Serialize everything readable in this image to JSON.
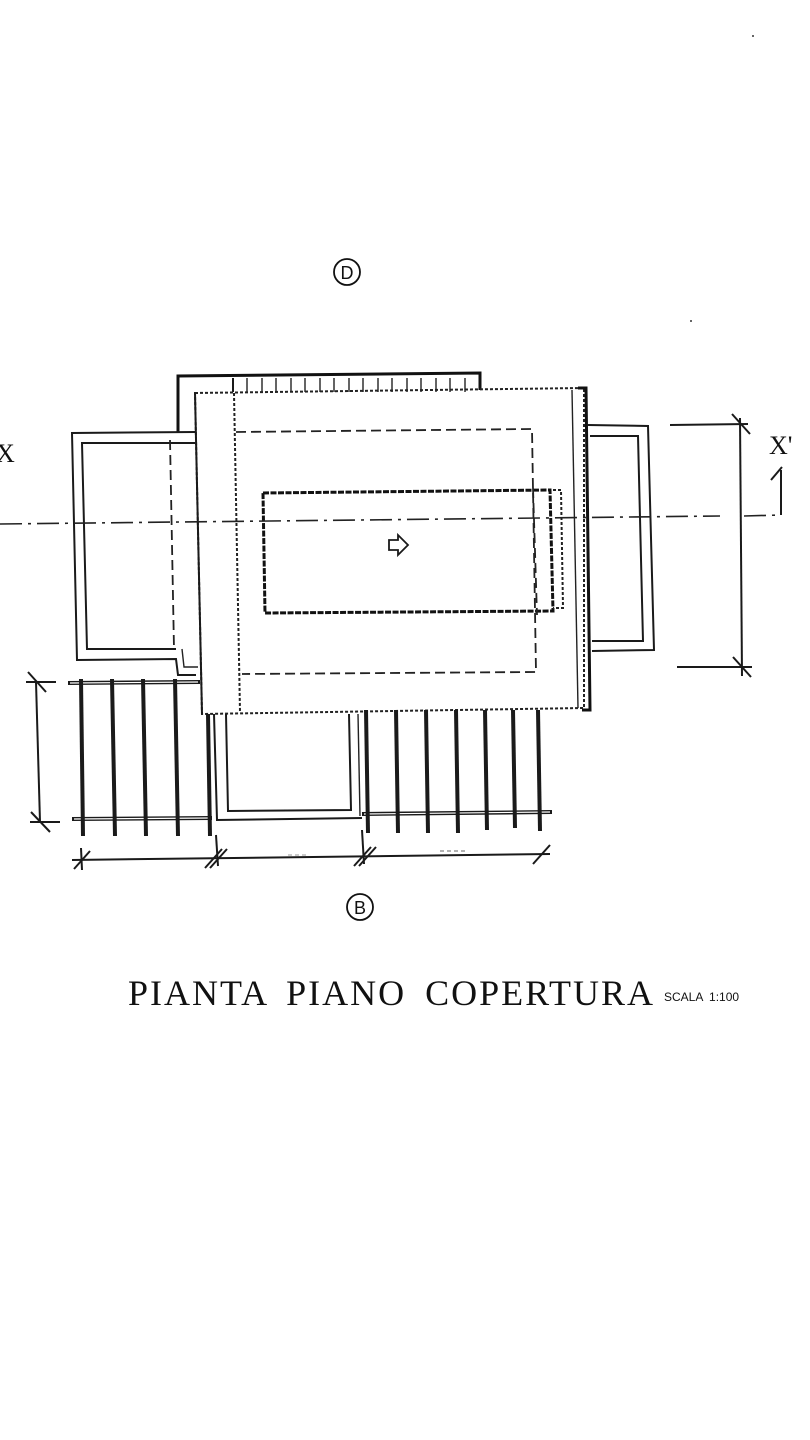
{
  "drawing": {
    "title": "PIANTA PIANO COPERTURA",
    "scale": "SCALA 1:100",
    "grid_labels": {
      "top": "D",
      "bottom": "B"
    },
    "section": {
      "left_label": "X",
      "right_label": "X'"
    },
    "icons": {
      "flow_arrow": "right-arrow-outline",
      "section_marker": "section-cut-marker",
      "dimension_tick": "dimension-tick-mark"
    },
    "colors": {
      "background": "#ffffff",
      "ink": "#111111"
    }
  }
}
